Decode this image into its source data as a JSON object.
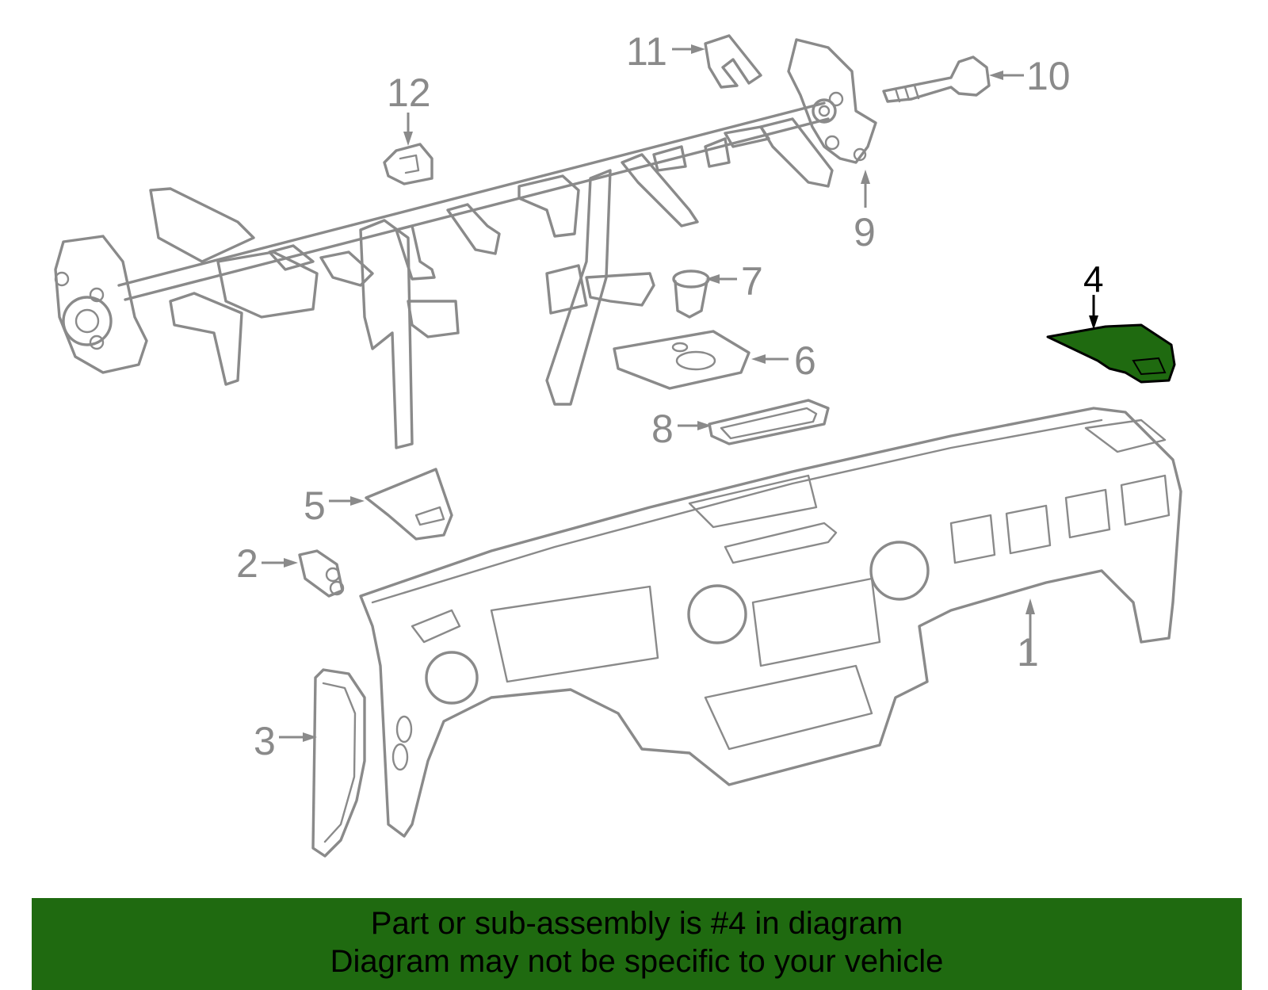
{
  "diagram": {
    "callouts": [
      {
        "id": "1",
        "label": "1"
      },
      {
        "id": "2",
        "label": "2"
      },
      {
        "id": "3",
        "label": "3"
      },
      {
        "id": "4",
        "label": "4"
      },
      {
        "id": "5",
        "label": "5"
      },
      {
        "id": "6",
        "label": "6"
      },
      {
        "id": "7",
        "label": "7"
      },
      {
        "id": "8",
        "label": "8"
      },
      {
        "id": "9",
        "label": "9"
      },
      {
        "id": "10",
        "label": "10"
      },
      {
        "id": "11",
        "label": "11"
      },
      {
        "id": "12",
        "label": "12"
      }
    ],
    "highlighted_part": "4",
    "colors": {
      "line": "#8a8a8a",
      "highlight": "#1f6a10",
      "banner": "#1f6a10"
    }
  },
  "banner": {
    "line1": "Part or sub-assembly is #4 in diagram",
    "line2": "Diagram may not be specific to your vehicle"
  }
}
